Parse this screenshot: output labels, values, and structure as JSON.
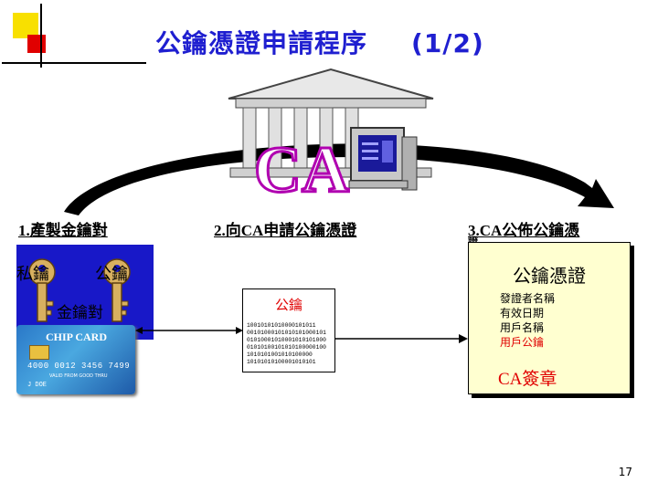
{
  "slide": {
    "title": "公鑰憑證申請程序",
    "page_indicator": "(1/2)",
    "page_number": "17"
  },
  "steps": {
    "step1": "1.產製金鑰對",
    "step2": "2.向CA申請公鑰憑證",
    "step3": "3.CA公佈公鑰憑",
    "step3_cont": "證"
  },
  "keys": {
    "private_label": "私鑰",
    "public_label": "公鑰",
    "pair_label": "金鑰對"
  },
  "card": {
    "title": "CHIP CARD",
    "number": "4000 0012 3456 7499",
    "valid_from": "VALID FROM",
    "good_thru": "GOOD THRU",
    "holder": "J DOE"
  },
  "request": {
    "heading": "公鑰",
    "bits": [
      "10010101010000101011",
      "00101000101010101000101",
      "01010001010001010101000",
      "01010100101010100000100",
      "1010101001010100000",
      "10101010100001010101"
    ]
  },
  "certificate": {
    "heading": "公鑰憑證",
    "fields": [
      "發證者名稱",
      "有效日期",
      "用戶名稱",
      "用戶公鑰"
    ],
    "signature": "CA簽章"
  },
  "ca": {
    "logo_text": "CA"
  },
  "colors": {
    "title": "#1f1fd0",
    "key_box": "#1818c8",
    "red_text": "#e00000",
    "cert_bg": "#ffffd0",
    "deco_yellow": "#f8e000",
    "deco_red": "#e00000"
  }
}
